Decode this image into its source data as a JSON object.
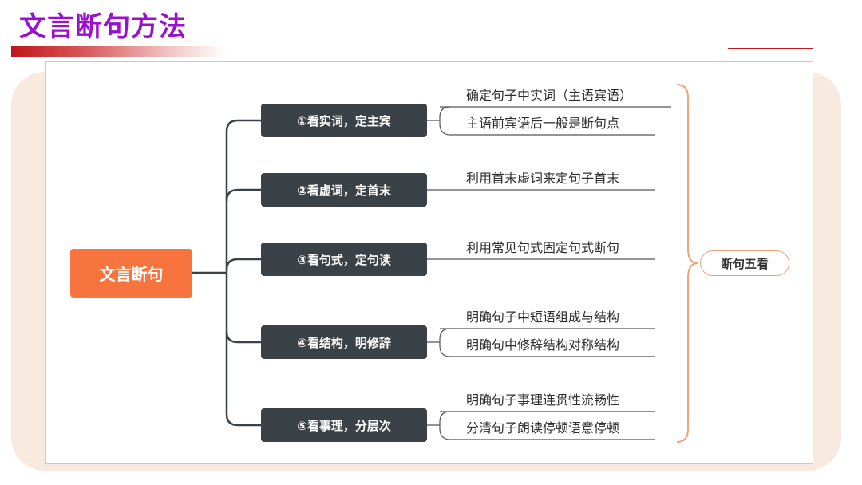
{
  "title": "文言断句方法",
  "diagram": {
    "root": "文言断句",
    "summary": "断句五看",
    "branches": [
      {
        "label": "①看实词，定主宾",
        "items": [
          "确定句子中实词（主语宾语）",
          "主语前宾语后一般是断句点"
        ]
      },
      {
        "label": "②看虚词，定首末",
        "items": [
          "利用首末虚词来定句子首末"
        ]
      },
      {
        "label": "③看句式，定句读",
        "items": [
          "利用常见句式固定句式断句"
        ]
      },
      {
        "label": "④看结构，明修辞",
        "items": [
          "明确句子中短语组成与结构",
          "明确句中修辞结构对称结构"
        ]
      },
      {
        "label": "⑤看事理，分层次",
        "items": [
          "明确句子事理连贯性流畅性",
          "分清句子朗读停顿语意停顿"
        ]
      }
    ]
  },
  "colors": {
    "title": "#9a0fd0",
    "root_fill": "#f7743f",
    "branch_fill": "#3a4147",
    "brace": "#f0a27a",
    "accent": "#c0161c"
  }
}
